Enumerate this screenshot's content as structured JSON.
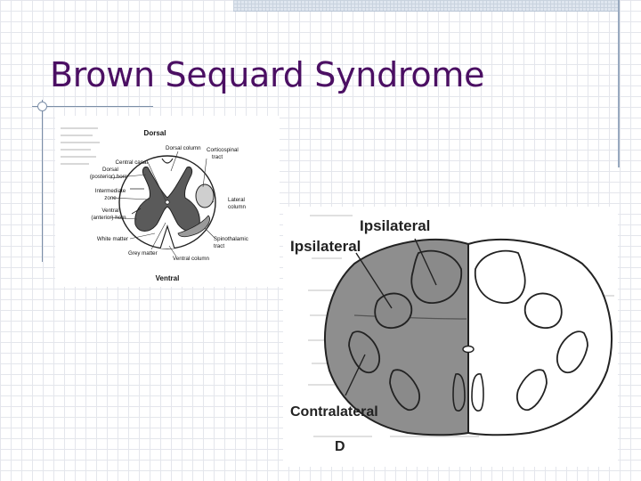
{
  "slide": {
    "title": "Brown Sequard Syndrome"
  },
  "figure_a": {
    "top_label": "Dorsal",
    "bottom_label": "Ventral",
    "labels": {
      "central_canal": "Central canal",
      "dorsal_column": "Dorsal column",
      "corticospinal_1": "Corticospinal",
      "corticospinal_2": "tract",
      "dorsal_horn_1": "Dorsal",
      "dorsal_horn_2": "(posterior) horn",
      "intermediate_1": "Intermediate",
      "intermediate_2": "zone",
      "ventral_horn_1": "Ventral",
      "ventral_horn_2": "(anterior) horn",
      "white_matter": "White matter",
      "grey_matter": "Grey matter",
      "ventral_column": "Ventral column",
      "lateral_column_1": "Lateral",
      "lateral_column_2": "column",
      "spinothalamic_1": "Spinothalamic",
      "spinothalamic_2": "tract"
    }
  },
  "figure_b": {
    "label_ipsilateral_1": "Ipsilateral",
    "label_ipsilateral_2": "Ipsilateral",
    "label_contralateral": "Contralateral",
    "panel_letter": "D"
  },
  "colors": {
    "title": "#4b0f63",
    "lesion_fill": "#8e8e8e",
    "grey_matter_fill": "#5a5a5a"
  }
}
